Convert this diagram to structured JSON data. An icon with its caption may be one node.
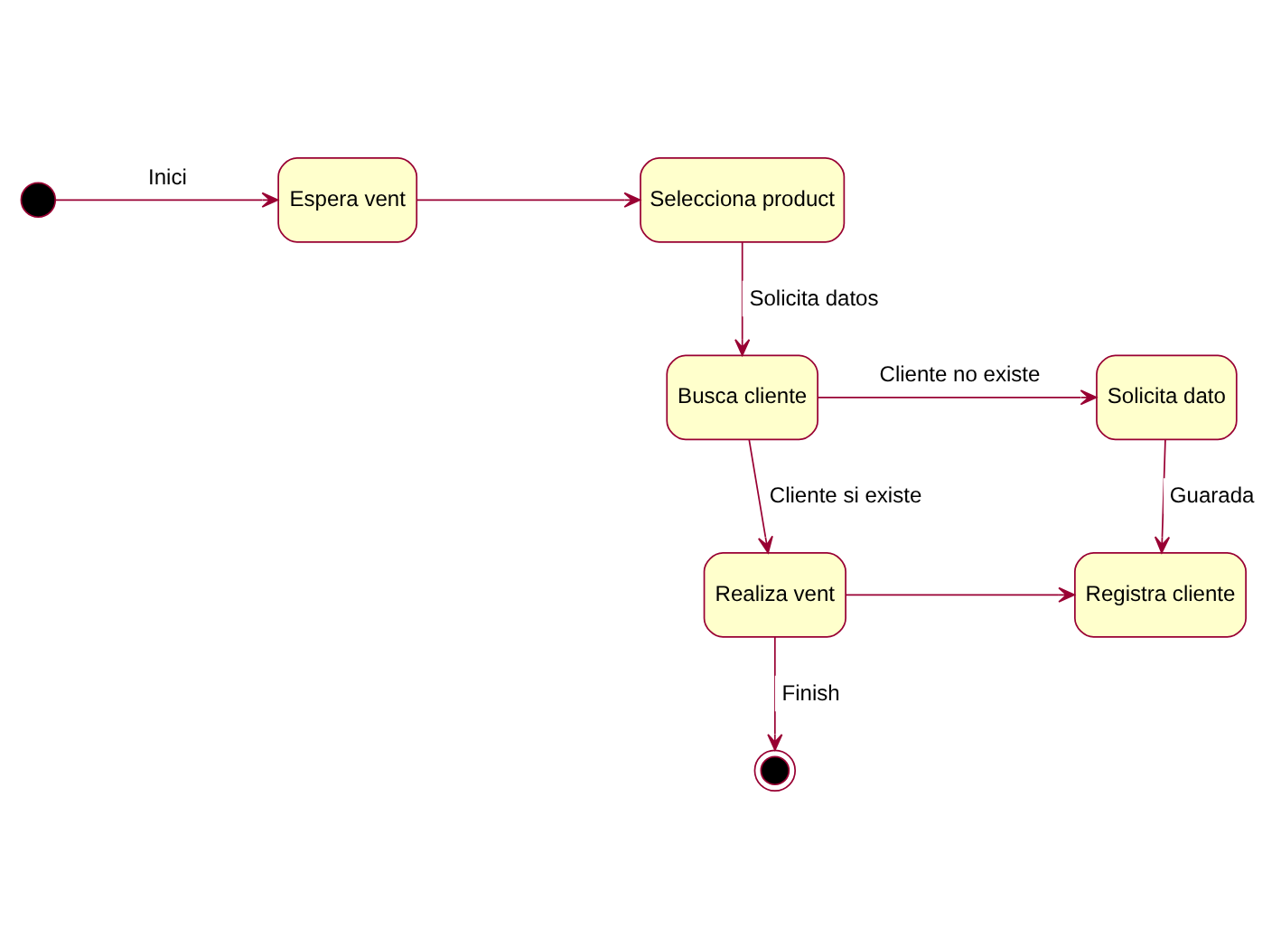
{
  "diagram": {
    "nodes": [
      {
        "text": [],
        "shape": "circle"
      },
      {
        "text": [
          "Espera vent"
        ]
      },
      {
        "text": [
          "Selecciona product"
        ]
      },
      {
        "text": [
          "Busca cliente"
        ]
      },
      {
        "text": [
          "Solicita dato"
        ]
      },
      {
        "text": [
          "Realiza vent"
        ]
      },
      {
        "text": [
          "Registra cliente"
        ]
      },
      {
        "text": [],
        "shape": "circle"
      }
    ],
    "edges": [
      {
        "from": 0,
        "to": 1,
        "arrow": "to",
        "label": "Inici"
      },
      {
        "from": 1,
        "to": 2,
        "arrow": "to"
      },
      {
        "from": 2,
        "to": 3,
        "arrow": "to",
        "label": "Solicita datos"
      },
      {
        "from": 3,
        "to": 4,
        "arrow": "to",
        "label": "Cliente no existe"
      },
      {
        "from": 3,
        "to": 5,
        "arrow": "to",
        "label": "Cliente si existe"
      },
      {
        "from": 4,
        "to": 6,
        "arrow": "to",
        "label": "Guarada"
      },
      {
        "from": 5,
        "to": 6,
        "arrow": "to"
      },
      {
        "from": 5,
        "to": 7,
        "arrow": "to",
        "label": "Finish"
      }
    ]
  }
}
